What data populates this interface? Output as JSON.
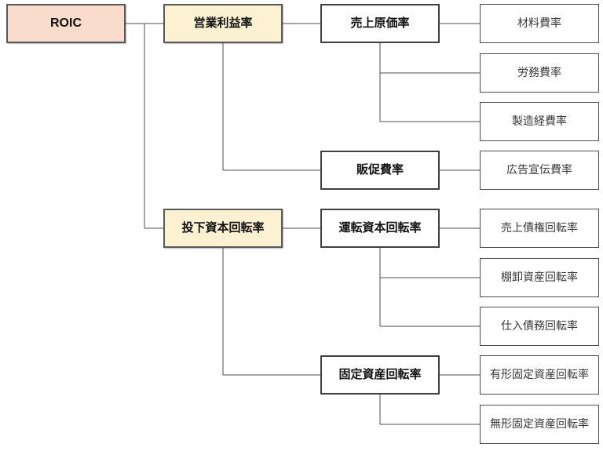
{
  "diagram": {
    "type": "tree",
    "direction": "left-to-right"
  },
  "nodes": [
    {
      "id": "roic",
      "label": "ROIC",
      "level": 0,
      "parent": null
    },
    {
      "id": "operating-profit-margin",
      "label": "営業利益率",
      "level": 1,
      "parent": "roic"
    },
    {
      "id": "cost-of-sales-ratio",
      "label": "売上原価率",
      "level": 2,
      "parent": "operating-profit-margin"
    },
    {
      "id": "material-cost-ratio",
      "label": "材料費率",
      "level": 3,
      "parent": "cost-of-sales-ratio"
    },
    {
      "id": "labor-cost-ratio",
      "label": "労務費率",
      "level": 3,
      "parent": "cost-of-sales-ratio"
    },
    {
      "id": "manufacturing-expense-ratio",
      "label": "製造経費率",
      "level": 3,
      "parent": "cost-of-sales-ratio"
    },
    {
      "id": "sales-promotion-expense-ratio",
      "label": "販促費率",
      "level": 2,
      "parent": "operating-profit-margin"
    },
    {
      "id": "advertising-expense-ratio",
      "label": "広告宣伝費率",
      "level": 3,
      "parent": "sales-promotion-expense-ratio"
    },
    {
      "id": "invested-capital-turnover",
      "label": "投下資本回転率",
      "level": 1,
      "parent": "roic"
    },
    {
      "id": "working-capital-turnover",
      "label": "運転資本回転率",
      "level": 2,
      "parent": "invested-capital-turnover"
    },
    {
      "id": "receivables-turnover",
      "label": "売上債権回転率",
      "level": 3,
      "parent": "working-capital-turnover"
    },
    {
      "id": "inventory-turnover",
      "label": "棚卸資産回転率",
      "level": 3,
      "parent": "working-capital-turnover"
    },
    {
      "id": "payables-turnover",
      "label": "仕入債務回転率",
      "level": 3,
      "parent": "working-capital-turnover"
    },
    {
      "id": "fixed-asset-turnover",
      "label": "固定資産回転率",
      "level": 2,
      "parent": "invested-capital-turnover"
    },
    {
      "id": "tangible-fixed-asset-turnover",
      "label": "有形固定資産回転率",
      "level": 3,
      "parent": "fixed-asset-turnover"
    },
    {
      "id": "intangible-fixed-asset-turnover",
      "label": "無形固定資産回転率",
      "level": 3,
      "parent": "fixed-asset-turnover"
    }
  ],
  "colors": {
    "root_fill": "#FADCCD",
    "level1_fill": "#FCF2D2",
    "plain_fill": "#FFFFFF",
    "box_border": "#595959",
    "leaf_border": "#4D4D4D",
    "connector": "#4D4D4D",
    "text": "#111111"
  }
}
